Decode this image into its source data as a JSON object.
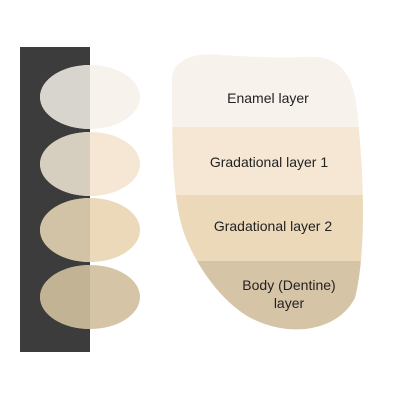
{
  "colors": {
    "dark_band": "#3c3c3c",
    "enamel": "#f8f2ec",
    "gradational_1": "#f5e7d4",
    "gradational_2": "#ebd9ba",
    "body": "#d6c4a6",
    "swatch_1_dark": "#d8d5cf",
    "swatch_1_light": "#f8f2ec",
    "swatch_2_dark": "#d6cfbf",
    "swatch_2_light": "#f5e7d4",
    "swatch_3_dark": "#d2c3a6",
    "swatch_3_light": "#ebd9ba",
    "swatch_4_dark": "#c2b394",
    "swatch_4_light": "#d6c4a6"
  },
  "layers": {
    "enamel": "Enamel layer",
    "gradational_1": "Gradational layer 1",
    "gradational_2": "Gradational layer 2",
    "body_line1": "Body (Dentine)",
    "body_line2": "layer"
  }
}
